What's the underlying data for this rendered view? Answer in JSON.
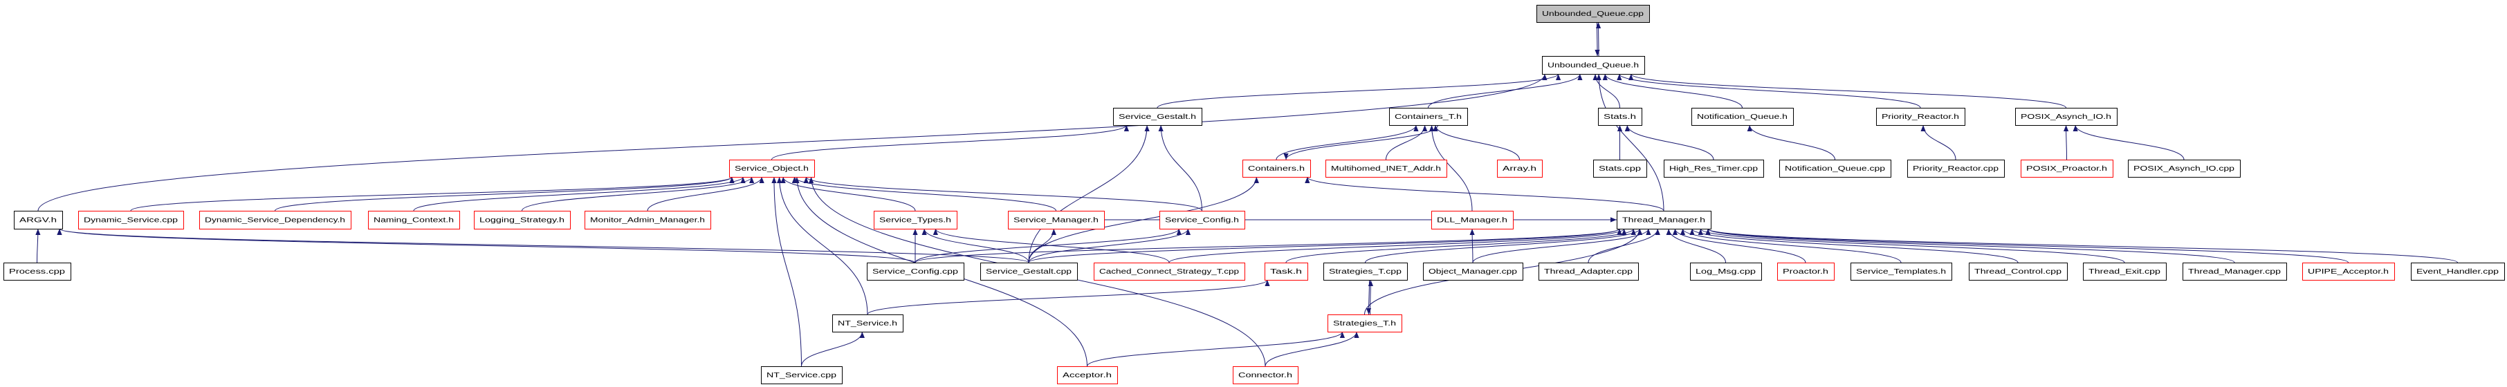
{
  "graph": {
    "colors": {
      "edge": "#191970",
      "root_fill": "#bfbfbf",
      "normal_border": "#000000",
      "truncated_border": "#ff0000"
    },
    "nodes": [
      {
        "id": "uq_cpp",
        "label": "Unbounded_Queue.cpp",
        "style": "root"
      },
      {
        "id": "uq_h",
        "label": "Unbounded_Queue.h",
        "style": "normal"
      },
      {
        "id": "sg_h",
        "label": "Service_Gestalt.h",
        "style": "normal"
      },
      {
        "id": "ct_h",
        "label": "Containers_T.h",
        "style": "normal"
      },
      {
        "id": "stats_h",
        "label": "Stats.h",
        "style": "normal"
      },
      {
        "id": "nq_h",
        "label": "Notification_Queue.h",
        "style": "normal"
      },
      {
        "id": "pr_h",
        "label": "Priority_Reactor.h",
        "style": "normal"
      },
      {
        "id": "pa_h",
        "label": "POSIX_Asynch_IO.h",
        "style": "normal"
      },
      {
        "id": "so_h",
        "label": "Service_Object.h",
        "style": "truncated"
      },
      {
        "id": "cont_h",
        "label": "Containers.h",
        "style": "truncated"
      },
      {
        "id": "mia_h",
        "label": "Multihomed_INET_Addr.h",
        "style": "truncated"
      },
      {
        "id": "array_h",
        "label": "Array.h",
        "style": "truncated"
      },
      {
        "id": "stats_cpp",
        "label": "Stats.cpp",
        "style": "normal"
      },
      {
        "id": "hrt_cpp",
        "label": "High_Res_Timer.cpp",
        "style": "normal"
      },
      {
        "id": "nq_cpp",
        "label": "Notification_Queue.cpp",
        "style": "normal"
      },
      {
        "id": "pr_cpp",
        "label": "Priority_Reactor.cpp",
        "style": "normal"
      },
      {
        "id": "pp_h",
        "label": "POSIX_Proactor.h",
        "style": "truncated"
      },
      {
        "id": "pa_cpp",
        "label": "POSIX_Asynch_IO.cpp",
        "style": "normal"
      },
      {
        "id": "argv_h",
        "label": "ARGV.h",
        "style": "normal"
      },
      {
        "id": "ds_cpp",
        "label": "Dynamic_Service.cpp",
        "style": "truncated"
      },
      {
        "id": "dsd_h",
        "label": "Dynamic_Service_Dependency.h",
        "style": "truncated"
      },
      {
        "id": "nc_h",
        "label": "Naming_Context.h",
        "style": "truncated"
      },
      {
        "id": "ls_h",
        "label": "Logging_Strategy.h",
        "style": "truncated"
      },
      {
        "id": "mam_h",
        "label": "Monitor_Admin_Manager.h",
        "style": "truncated"
      },
      {
        "id": "st_h",
        "label": "Service_Types.h",
        "style": "truncated"
      },
      {
        "id": "sm_h",
        "label": "Service_Manager.h",
        "style": "truncated"
      },
      {
        "id": "sc_h",
        "label": "Service_Config.h",
        "style": "truncated"
      },
      {
        "id": "dll_h",
        "label": "DLL_Manager.h",
        "style": "truncated"
      },
      {
        "id": "tm_h",
        "label": "Thread_Manager.h",
        "style": "normal"
      },
      {
        "id": "process_cpp",
        "label": "Process.cpp",
        "style": "normal"
      },
      {
        "id": "sc_cpp",
        "label": "Service_Config.cpp",
        "style": "normal"
      },
      {
        "id": "sg_cpp",
        "label": "Service_Gestalt.cpp",
        "style": "normal"
      },
      {
        "id": "ccs_cpp",
        "label": "Cached_Connect_Strategy_T.cpp",
        "style": "truncated"
      },
      {
        "id": "task_h",
        "label": "Task.h",
        "style": "truncated"
      },
      {
        "id": "str_cpp",
        "label": "Strategies_T.cpp",
        "style": "normal"
      },
      {
        "id": "om_cpp",
        "label": "Object_Manager.cpp",
        "style": "normal"
      },
      {
        "id": "ta_cpp",
        "label": "Thread_Adapter.cpp",
        "style": "normal"
      },
      {
        "id": "lm_cpp",
        "label": "Log_Msg.cpp",
        "style": "normal"
      },
      {
        "id": "proactor_h",
        "label": "Proactor.h",
        "style": "truncated"
      },
      {
        "id": "stpl_h",
        "label": "Service_Templates.h",
        "style": "normal"
      },
      {
        "id": "tc_cpp",
        "label": "Thread_Control.cpp",
        "style": "normal"
      },
      {
        "id": "te_cpp",
        "label": "Thread_Exit.cpp",
        "style": "normal"
      },
      {
        "id": "tm_cpp",
        "label": "Thread_Manager.cpp",
        "style": "normal"
      },
      {
        "id": "upipe_h",
        "label": "UPIPE_Acceptor.h",
        "style": "truncated"
      },
      {
        "id": "eh_cpp",
        "label": "Event_Handler.cpp",
        "style": "normal"
      },
      {
        "id": "nts_h",
        "label": "NT_Service.h",
        "style": "normal"
      },
      {
        "id": "strt_h",
        "label": "Strategies_T.h",
        "style": "truncated"
      },
      {
        "id": "nts_cpp",
        "label": "NT_Service.cpp",
        "style": "normal"
      },
      {
        "id": "acc_h",
        "label": "Acceptor.h",
        "style": "truncated"
      },
      {
        "id": "conn_h",
        "label": "Connector.h",
        "style": "truncated"
      }
    ],
    "edges": [
      [
        "uq_h",
        "uq_cpp"
      ],
      [
        "uq_cpp",
        "uq_h"
      ],
      [
        "argv_h",
        "uq_h"
      ],
      [
        "sg_h",
        "uq_h"
      ],
      [
        "ct_h",
        "uq_h"
      ],
      [
        "tm_h",
        "uq_h"
      ],
      [
        "stats_h",
        "uq_h"
      ],
      [
        "nq_h",
        "uq_h"
      ],
      [
        "pr_h",
        "uq_h"
      ],
      [
        "pa_h",
        "uq_h"
      ],
      [
        "so_h",
        "sg_h"
      ],
      [
        "sg_cpp",
        "sg_h"
      ],
      [
        "sc_h",
        "sg_h"
      ],
      [
        "cont_h",
        "ct_h"
      ],
      [
        "ct_h",
        "cont_h"
      ],
      [
        "mia_h",
        "ct_h"
      ],
      [
        "dll_h",
        "ct_h"
      ],
      [
        "array_h",
        "ct_h"
      ],
      [
        "stats_cpp",
        "stats_h"
      ],
      [
        "hrt_cpp",
        "stats_h"
      ],
      [
        "nq_cpp",
        "nq_h"
      ],
      [
        "pr_cpp",
        "pr_h"
      ],
      [
        "pp_h",
        "pa_h"
      ],
      [
        "pa_cpp",
        "pa_h"
      ],
      [
        "ds_cpp",
        "so_h"
      ],
      [
        "dsd_h",
        "so_h"
      ],
      [
        "nc_h",
        "so_h"
      ],
      [
        "ls_h",
        "so_h"
      ],
      [
        "mam_h",
        "so_h"
      ],
      [
        "st_h",
        "so_h"
      ],
      [
        "sm_h",
        "so_h"
      ],
      [
        "nts_h",
        "so_h"
      ],
      [
        "nts_cpp",
        "so_h"
      ],
      [
        "acc_h",
        "so_h"
      ],
      [
        "conn_h",
        "so_h"
      ],
      [
        "sc_h",
        "so_h"
      ],
      [
        "sc_cpp",
        "st_h"
      ],
      [
        "sg_cpp",
        "st_h"
      ],
      [
        "ccs_cpp",
        "st_h"
      ],
      [
        "sg_cpp",
        "sm_h"
      ],
      [
        "sg_cpp",
        "sc_h"
      ],
      [
        "sc_cpp",
        "sc_h"
      ],
      [
        "tm_h",
        "cont_h"
      ],
      [
        "sg_cpp",
        "cont_h"
      ],
      [
        "om_cpp",
        "dll_h"
      ],
      [
        "process_cpp",
        "argv_h"
      ],
      [
        "sc_cpp",
        "argv_h"
      ],
      [
        "sg_cpp",
        "argv_h"
      ],
      [
        "nts_h",
        "task_h"
      ],
      [
        "nts_cpp",
        "nts_h"
      ],
      [
        "str_cpp",
        "strt_h"
      ],
      [
        "strt_h",
        "str_cpp"
      ],
      [
        "acc_h",
        "strt_h"
      ],
      [
        "conn_h",
        "strt_h"
      ],
      [
        "strt_h",
        "tm_h"
      ],
      [
        "sc_cpp",
        "tm_h"
      ],
      [
        "sg_cpp",
        "tm_h"
      ],
      [
        "ccs_cpp",
        "tm_h"
      ],
      [
        "task_h",
        "tm_h"
      ],
      [
        "str_cpp",
        "tm_h"
      ],
      [
        "om_cpp",
        "tm_h"
      ],
      [
        "ta_cpp",
        "tm_h"
      ],
      [
        "lm_cpp",
        "tm_h"
      ],
      [
        "proactor_h",
        "tm_h"
      ],
      [
        "stpl_h",
        "tm_h"
      ],
      [
        "tc_cpp",
        "tm_h"
      ],
      [
        "te_cpp",
        "tm_h"
      ],
      [
        "tm_cpp",
        "tm_h"
      ],
      [
        "upipe_h",
        "tm_h"
      ],
      [
        "eh_cpp",
        "tm_h"
      ],
      [
        "sm_h",
        "tm_h"
      ]
    ]
  }
}
